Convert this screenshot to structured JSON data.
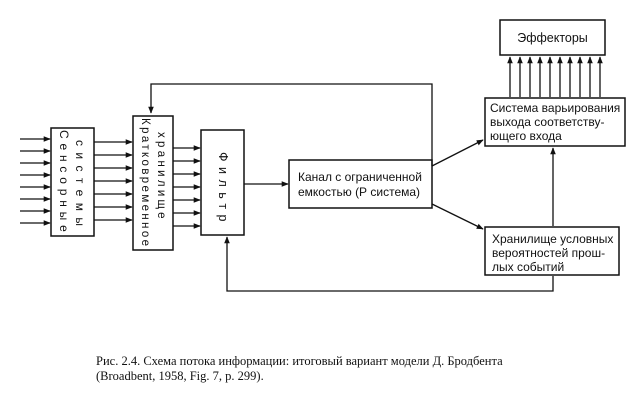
{
  "diagram": {
    "sensory": {
      "line1": "Сенсорные",
      "line2": "системы"
    },
    "shortterm": {
      "line1": "Кратковременное",
      "line2": "хранилище"
    },
    "filter": "Фильтр",
    "channel": {
      "line1": "Канал с ограниченной",
      "line2": "емкостью (Р система)"
    },
    "effectors": "Эффекторы",
    "output_system": {
      "line1": "Система варьирования",
      "line2": "выхода соответству-",
      "line3": "ющего входа"
    },
    "store_prob": {
      "line1": "Хранилище условных",
      "line2": "вероятностей прош-",
      "line3": "лых событий"
    }
  },
  "caption": {
    "line1": "Рис. 2.4. Схема потока информации: итоговый вариант модели Д. Бродбента",
    "line2": "(Broadbent, 1958, Fig. 7, p. 299)."
  }
}
